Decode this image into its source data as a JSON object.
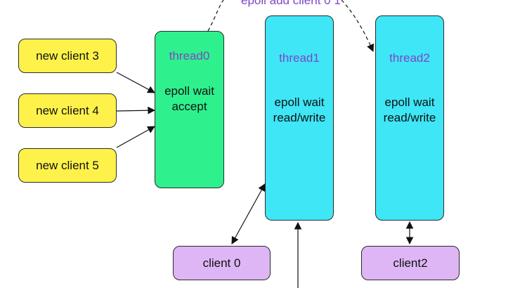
{
  "clients_left": [
    {
      "label": "new client 3"
    },
    {
      "label": "new client 4"
    },
    {
      "label": "new client 5"
    }
  ],
  "threads": [
    {
      "name": "thread0",
      "lines": [
        "epoll wait",
        "accept"
      ]
    },
    {
      "name": "thread1",
      "lines": [
        "epoll wait",
        "read/write"
      ]
    },
    {
      "name": "thread2",
      "lines": [
        "epoll wait",
        "read/write"
      ]
    }
  ],
  "clients_bottom": [
    {
      "label": "client 0"
    },
    {
      "label": "client2"
    }
  ],
  "annotation": "epoll add client 0 1",
  "colors": {
    "client_yellow": "#fef24a",
    "thread_main_green": "#2ef18d",
    "thread_worker_cyan": "#3ee6f6",
    "bottom_client_purple": "#deb6f5",
    "label_purple": "#7f45c8"
  }
}
